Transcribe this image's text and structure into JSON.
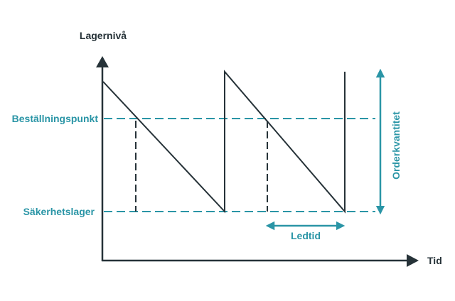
{
  "labels": {
    "y_axis": "Lagernivå",
    "x_axis": "Tid",
    "reorder_point": "Beställningspunkt",
    "safety_stock": "Säkerhetslager",
    "lead_time": "Ledtid",
    "order_quantity": "Orderkvantitet"
  },
  "colors": {
    "accent": "#2a95a6",
    "axis": "#263238",
    "line": "#263238"
  }
}
